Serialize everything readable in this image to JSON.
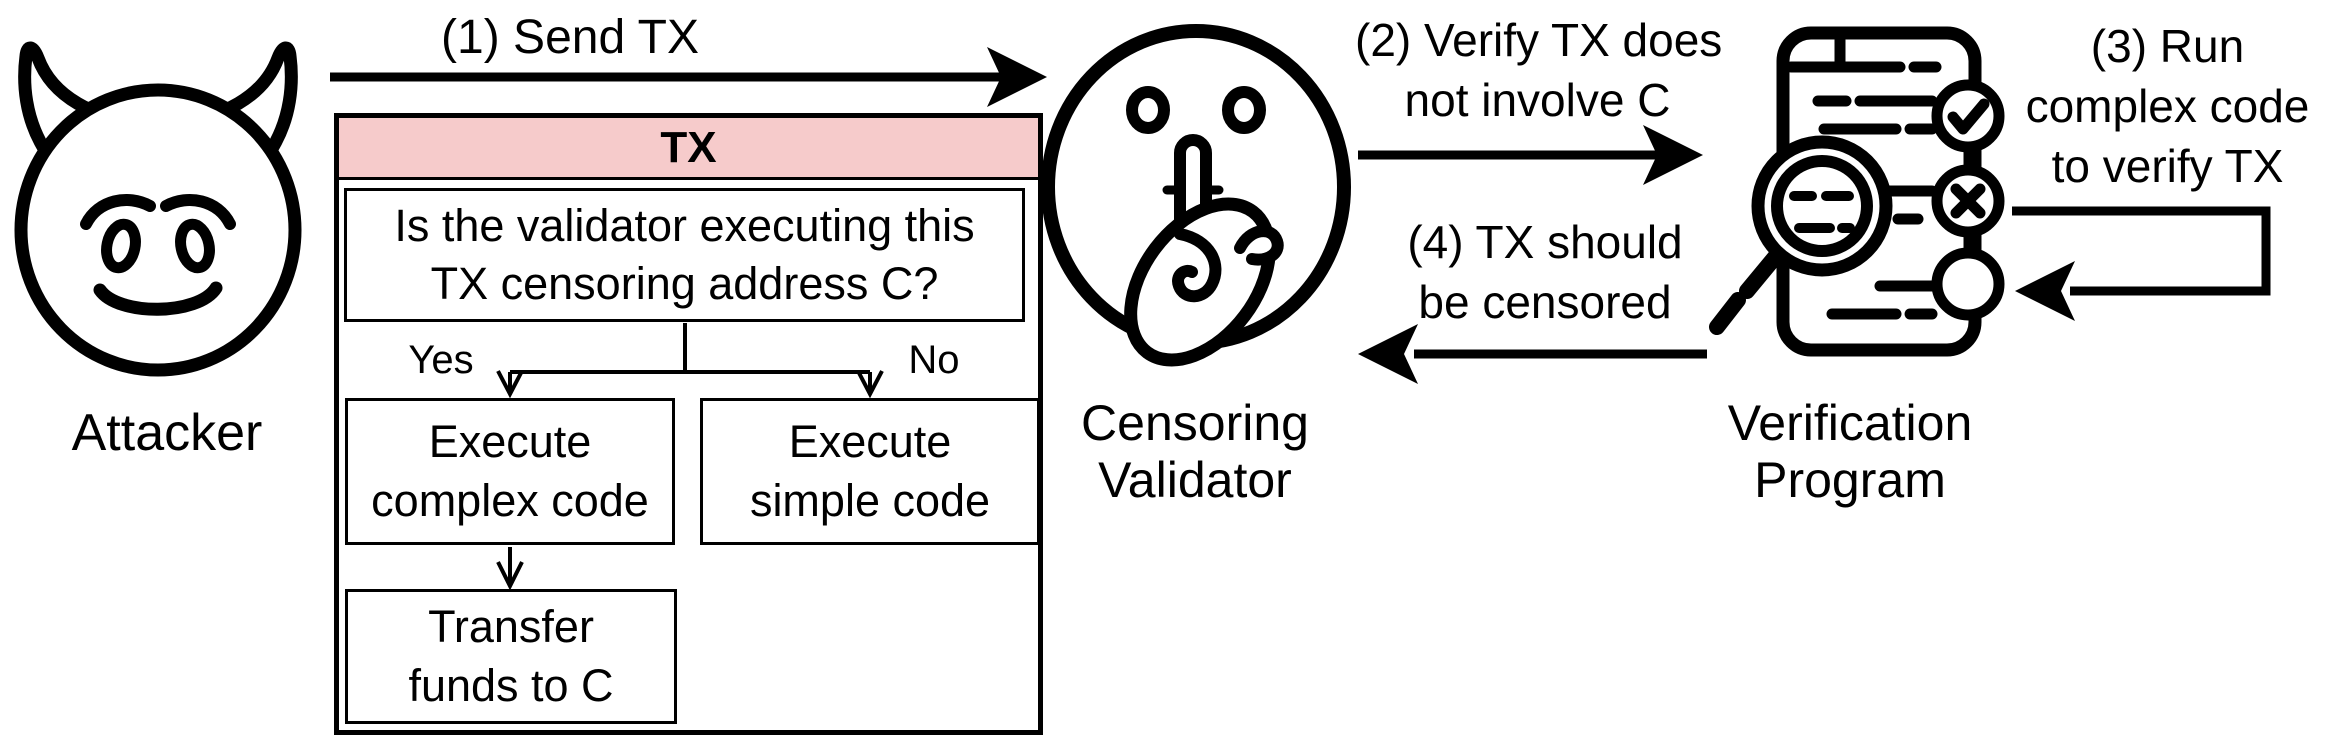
{
  "figure": {
    "attacker": {
      "label": "Attacker"
    },
    "censoring_validator": {
      "label_line1": "Censoring",
      "label_line2": "Validator"
    },
    "verification_program": {
      "label_line1": "Verification",
      "label_line2": "Program"
    },
    "steps": {
      "step1": {
        "label": "(1) Send TX"
      },
      "step2": {
        "line1": "(2) Verify TX does",
        "line2": "not involve C"
      },
      "step3": {
        "line1": "(3) Run",
        "line2": "complex code",
        "line3": "to verify TX"
      },
      "step4": {
        "line1": "(4) TX should",
        "line2": "be censored"
      }
    },
    "tx_flowchart": {
      "title": "TX",
      "header_color": "#f6cbcb",
      "question": {
        "line1": "Is the validator executing this",
        "line2": "TX censoring address C?"
      },
      "yes_label": "Yes",
      "no_label": "No",
      "yes_branch": {
        "line1": "Execute",
        "line2": "complex code"
      },
      "no_branch": {
        "line1": "Execute",
        "line2": "simple code"
      },
      "transfer": {
        "line1": "Transfer",
        "line2": "funds to C"
      }
    },
    "colors": {
      "stroke": "#000000",
      "background": "#ffffff"
    }
  }
}
